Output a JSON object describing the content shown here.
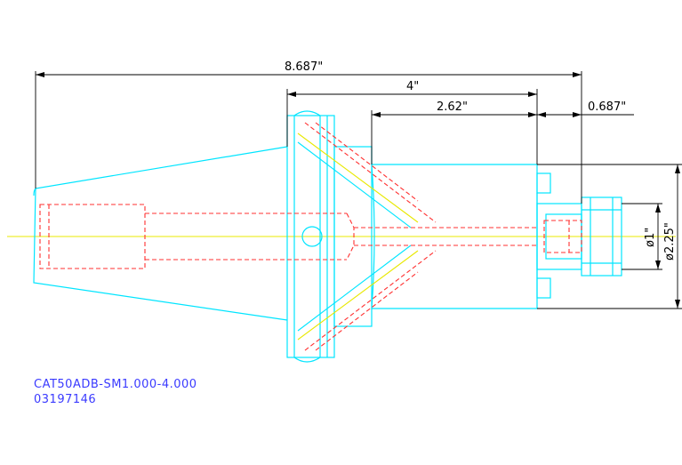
{
  "dimensions": {
    "overall_length": "8.687\"",
    "gauge_length": "4\"",
    "body_length": "2.62\"",
    "nose_length": "0.687\"",
    "bore_diameter": "ø1\"",
    "body_diameter": "ø2.25\""
  },
  "title_block": {
    "part_number": "CAT50ADB-SM1.000-4.000",
    "code": "03197146"
  },
  "colors": {
    "outline": "#00e5ff",
    "hidden": "#ff3030",
    "centerline": "#e8e800",
    "dimension": "#000000",
    "title_text": "#3a3aff"
  }
}
